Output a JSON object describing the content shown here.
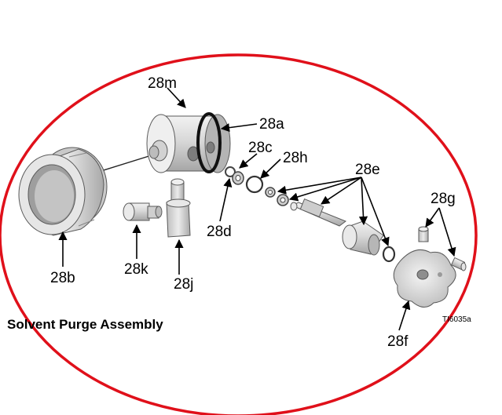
{
  "figure": {
    "title": "Solvent Purge Assembly",
    "figure_id": "TI6035a",
    "callouts": {
      "m": "28m",
      "a": "28a",
      "c": "28c",
      "h": "28h",
      "e": "28e",
      "g": "28g",
      "b": "28b",
      "k": "28k",
      "d": "28d",
      "j": "28j",
      "f": "28f"
    },
    "colors": {
      "highlight_ellipse": "#e0101a",
      "part_fill": "#d9d9d9",
      "part_shadow": "#a8a8a8",
      "leader": "#000000"
    }
  }
}
